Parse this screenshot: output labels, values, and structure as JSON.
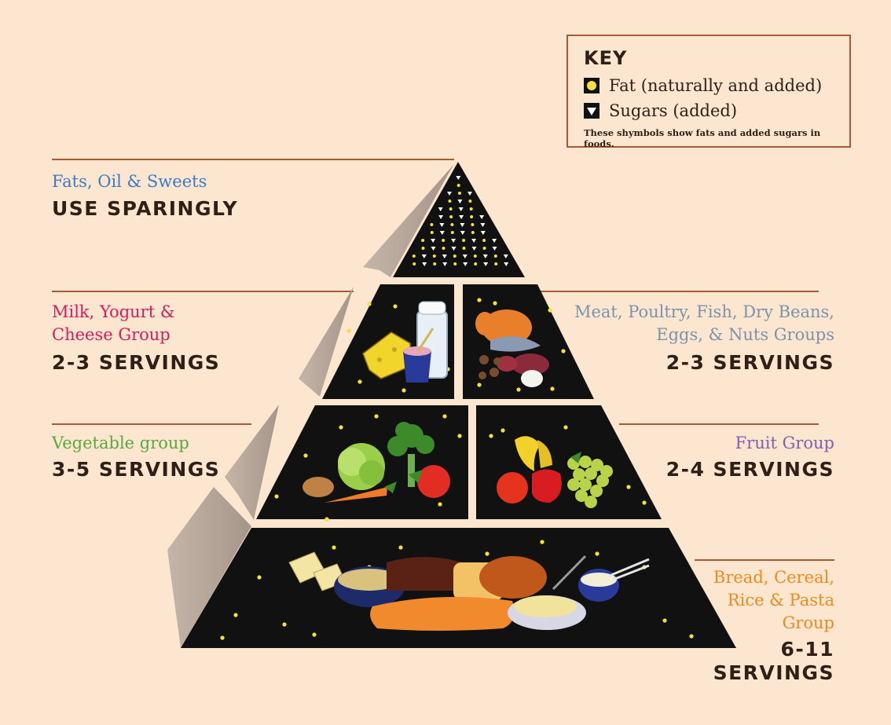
{
  "key": {
    "title": "KEY",
    "fat_label": "Fat (naturally and added)",
    "sugar_label": "Sugars (added)",
    "note": "These shymbols show fats and added sugars in foods."
  },
  "tiers": {
    "fats": {
      "group": "Fats, Oil & Sweets",
      "servings": "USE SPARINGLY"
    },
    "milk": {
      "group_line1": "Milk, Yogurt &",
      "group_line2": "Cheese Group",
      "servings": "2-3 SERVINGS"
    },
    "meat": {
      "group_line1": "Meat, Poultry, Fish, Dry Beans,",
      "group_line2": "Eggs, & Nuts Groups",
      "servings": "2-3 SERVINGS"
    },
    "vegetable": {
      "group": "Vegetable group",
      "servings": "3-5 SERVINGS"
    },
    "fruit": {
      "group": "Fruit Group",
      "servings": "2-4 SERVINGS"
    },
    "grain": {
      "group_line1": "Bread, Cereal,",
      "group_line2": "Rice & Pasta",
      "group_line3": "Group",
      "servings_line1": "6-11",
      "servings_line2": "SERVINGS"
    }
  },
  "colors": {
    "background": "#fce6cf",
    "pyramid_face": "#111111",
    "pyramid_side": "#b5a69a",
    "rule_line": "#a65a32",
    "text_dark": "#2e2016",
    "fats_label": "#3b7cc4",
    "milk_label": "#d81b5a",
    "meat_label": "#7a94ab",
    "vegetable_label": "#5aa83e",
    "fruit_label": "#8a5bb0",
    "grain_label": "#ef8a1e",
    "fat_dot": "#f3e23b"
  }
}
